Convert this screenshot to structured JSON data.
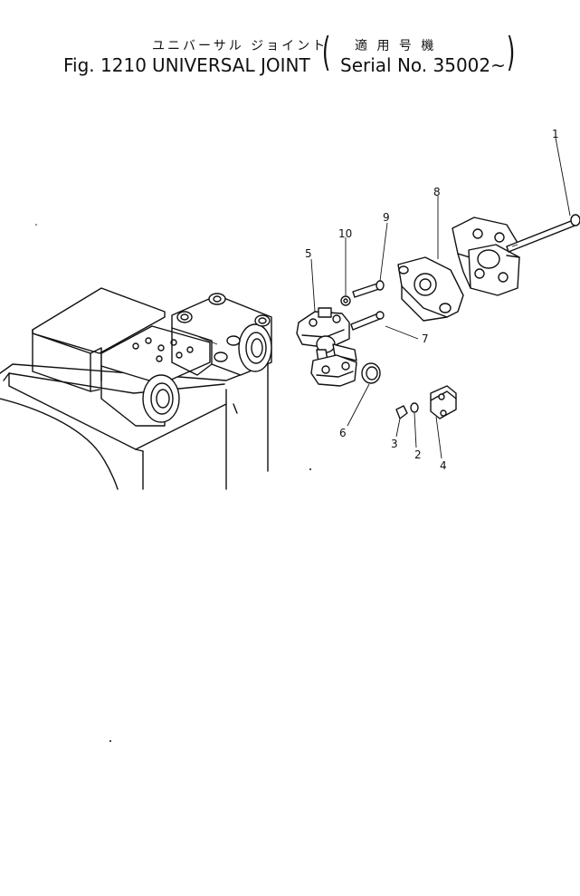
{
  "title": {
    "jp_name": "ユニバーサル ジョイント",
    "jp_serial": "適 用 号 機",
    "fig_label": "Fig. 1210",
    "en_name": "UNIVERSAL  JOINT",
    "serial": "Serial No. 35002~"
  },
  "callouts": [
    {
      "id": "1",
      "label": "1"
    },
    {
      "id": "2",
      "label": "2"
    },
    {
      "id": "3",
      "label": "3"
    },
    {
      "id": "4",
      "label": "4"
    },
    {
      "id": "5",
      "label": "5"
    },
    {
      "id": "6",
      "label": "6"
    },
    {
      "id": "7",
      "label": "7"
    },
    {
      "id": "8",
      "label": "8"
    },
    {
      "id": "9",
      "label": "9"
    },
    {
      "id": "10",
      "label": "10"
    }
  ]
}
